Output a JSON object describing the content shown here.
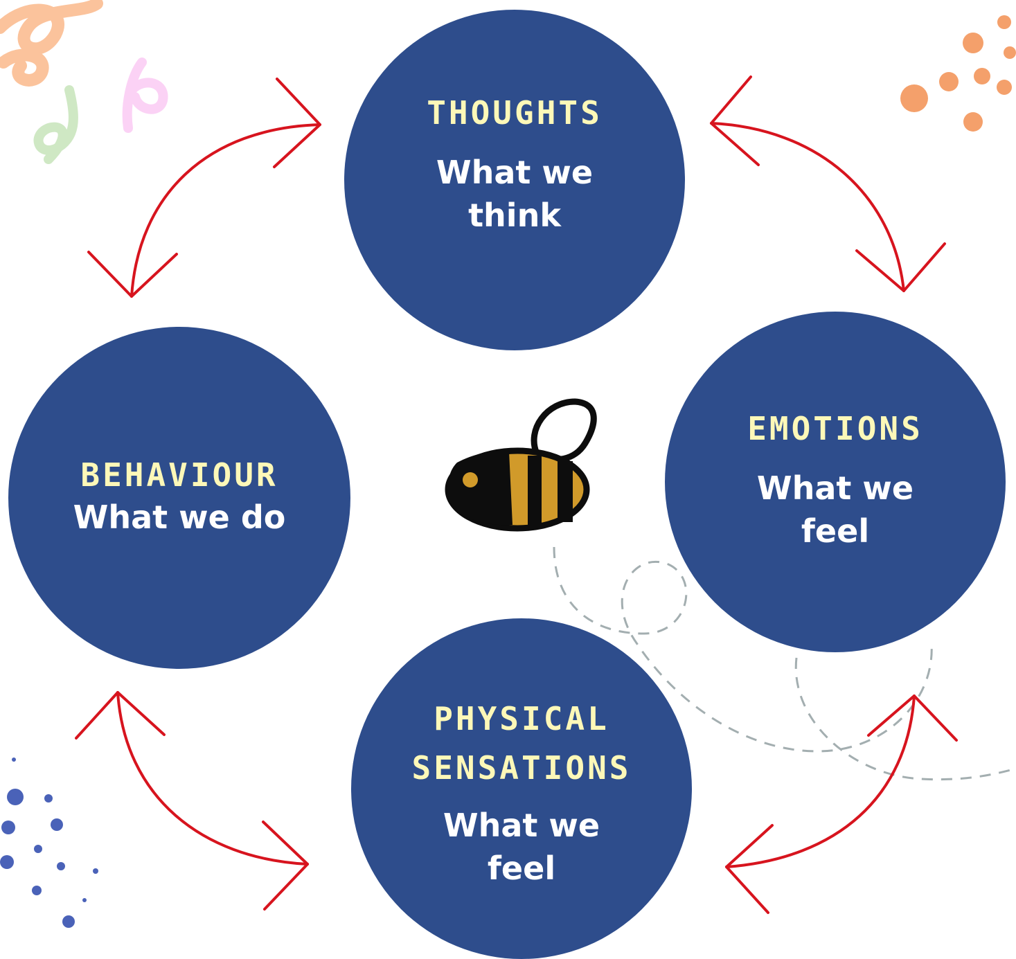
{
  "diagram": {
    "nodes": [
      {
        "id": "thoughts",
        "title": "THOUGHTS",
        "description": "What we think"
      },
      {
        "id": "emotions",
        "title": "EMOTIONS",
        "description": "What we feel"
      },
      {
        "id": "physical-sensations",
        "title": "PHYSICAL SENSATIONS",
        "description": "What we feel"
      },
      {
        "id": "behaviour",
        "title": "BEHAVIOUR",
        "description": "What we do"
      }
    ],
    "edges": [
      {
        "from": "thoughts",
        "to": "emotions",
        "direction": "both"
      },
      {
        "from": "emotions",
        "to": "physical-sensations",
        "direction": "both"
      },
      {
        "from": "physical-sensations",
        "to": "behaviour",
        "direction": "both"
      },
      {
        "from": "behaviour",
        "to": "thoughts",
        "direction": "both"
      }
    ],
    "center_image": "bee-illustration"
  },
  "colors": {
    "node_fill": "#2e4d8c",
    "title_text": "#fdf8b8",
    "description_text": "#ffffff",
    "arrow": "#d7141e",
    "confetti_orange": "#f4a06b",
    "confetti_dots_blue": "#4a62b8",
    "trail": "#a3aeb0"
  }
}
